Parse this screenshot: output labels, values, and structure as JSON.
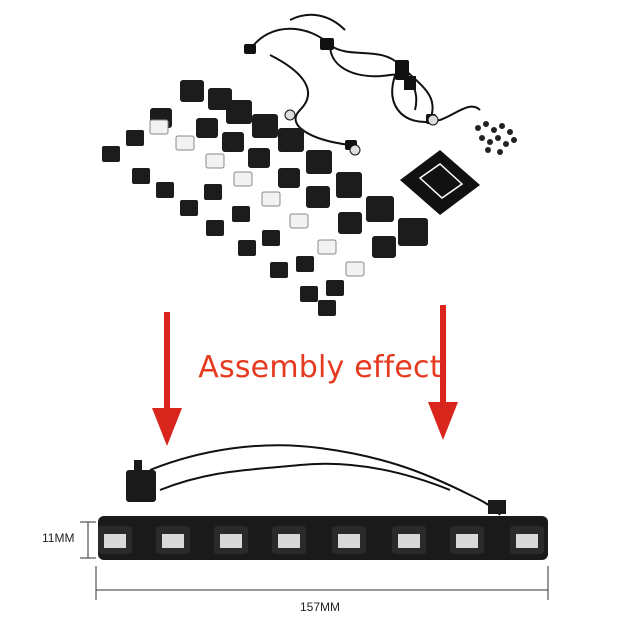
{
  "caption": {
    "text": "Assembly effect",
    "color": "#e53a1f"
  },
  "dimensions": {
    "height_label": "11MM",
    "length_label": "157MM"
  },
  "colors": {
    "arrow": "#d8261c",
    "parts": "#1c1c1c",
    "line": "#333333"
  },
  "icons": [
    "arrow-down-icon",
    "arrow-down-icon"
  ]
}
